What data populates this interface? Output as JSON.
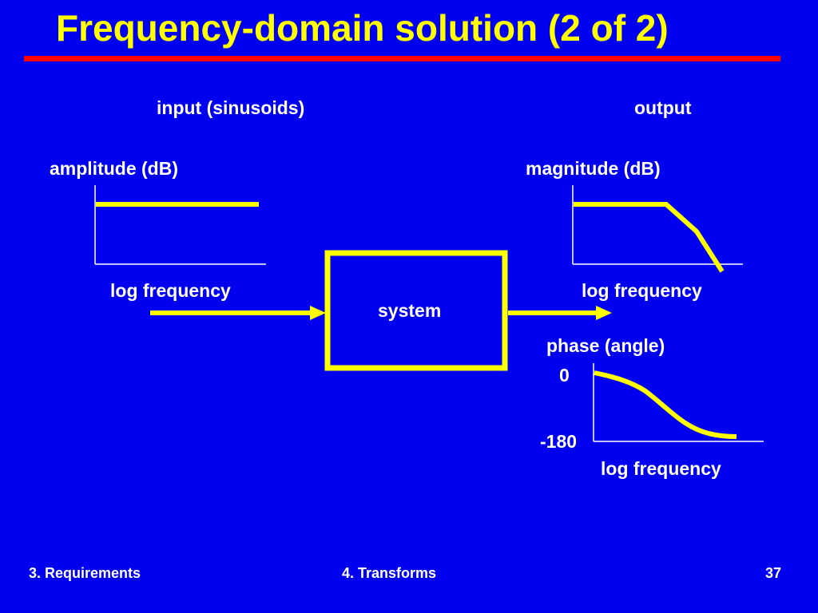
{
  "slide": {
    "title": "Frequency-domain solution (2 of 2)",
    "accent_color": "#ffff00",
    "background_color": "#0000ee",
    "rule_color": "#ff0000"
  },
  "labels": {
    "input": "input  (sinusoids)",
    "output": "output",
    "amplitude": "amplitude (dB)",
    "magnitude": "magnitude (dB)",
    "input_x_axis": "log frequency",
    "output_x_axis": "log frequency",
    "system": "system",
    "phase": "phase (angle)",
    "phase_top": "0",
    "phase_bottom": "-180",
    "phase_x_axis": "log frequency"
  },
  "footer": {
    "left": "3. Requirements",
    "center": "4. Transforms",
    "page": "37"
  }
}
